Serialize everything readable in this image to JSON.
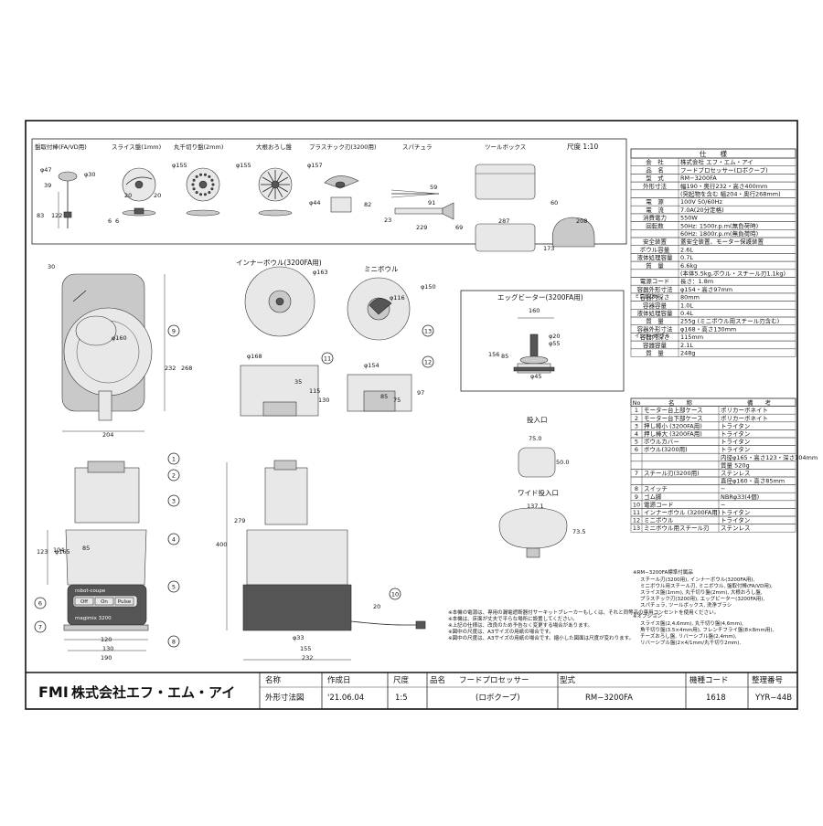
{
  "accessories": {
    "scale": "尺度 1:10",
    "labels": [
      "盤取付棒(FA/VD用)",
      "スライス盤(1mm)",
      "丸千切り盤(2mm)",
      "大根おろし盤",
      "プラスチック刃(3200用)",
      "スパチュラ",
      "ツールボックス"
    ],
    "dims": [
      "φ47",
      "φ30",
      "39",
      "83",
      "122",
      "20",
      "φ155",
      "6",
      "φ155",
      "φ157",
      "φ44",
      "20",
      "59",
      "91",
      "229",
      "23",
      "69",
      "6",
      "287",
      "208",
      "173",
      "60",
      "82"
    ]
  },
  "views": {
    "top_dims": [
      "30",
      "φ160",
      "232",
      "268",
      "204"
    ],
    "inner_bowl_label": "インナーボウル(3200FA用)",
    "inner_bowl_dims": [
      "φ163",
      "φ168",
      "35",
      "130",
      "115"
    ],
    "mini_bowl_label": "ミニボウル",
    "mini_bowl_dims": [
      "φ116",
      "φ150",
      "φ154",
      "75",
      "97",
      "85"
    ],
    "egg_label": "エッグビーター(3200FA用)",
    "egg_dims": [
      "160",
      "φ20",
      "φ55",
      "156",
      "85",
      "φ45"
    ],
    "chute_small_label": "投入口",
    "chute_small_dims": [
      "75.0",
      "50.0"
    ],
    "chute_wide_label": "ワイド投入口",
    "chute_wide_dims": [
      "137.1",
      "73.5"
    ],
    "front_dims": [
      "123",
      "104",
      "φ165",
      "85",
      "120",
      "130",
      "190"
    ],
    "side_dims": [
      "279",
      "400",
      "20",
      "φ33",
      "155",
      "232"
    ],
    "callouts": [
      "1",
      "2",
      "3",
      "4",
      "5",
      "6",
      "7",
      "8",
      "9",
      "10",
      "11",
      "12",
      "13"
    ],
    "brand": "robot-coupe",
    "model_mark": "magimix 3200",
    "panel_buttons": [
      "Off",
      "On",
      "Pulse"
    ]
  },
  "notes": [
    "※本機の電源は、専用の漏電遮断器付サーキットブレーカーもしくは、それと同等品の専用コンセントを使用ください。",
    "※本機は、床面が丈夫で平らな場所に設置してください。",
    "※上記の仕様は、改良のため予告なく変更する場合があります。",
    "※図中の尺度は、A3サイズの用紙の場合です。",
    "※図中の尺度は、A3サイズの用紙の場合です。縮小した図面は尺度が変わります。"
  ],
  "spec": {
    "header": "仕　　様",
    "rows": [
      [
        "会　社",
        "株式会社 エフ・エム・アイ"
      ],
      [
        "品　名",
        "フードプロセッサー(ロボクープ)"
      ],
      [
        "型　式",
        "RM−3200FA"
      ],
      [
        "外形寸法",
        "幅190・奥行232・高さ400mm"
      ],
      [
        "",
        "(突起物を含む 幅204・奥行268mm)"
      ],
      [
        "電　源",
        "100V 50/60Hz"
      ],
      [
        "電　流",
        "7.0A(20分定格)"
      ],
      [
        "消費電力",
        "550W"
      ],
      [
        "回転数",
        "50Hz: 1500r.p.m(無負荷時)"
      ],
      [
        "",
        "60Hz: 1800r.p.m(無負荷時)"
      ],
      [
        "安全装置",
        "蓋安全装置、モーター保護装置"
      ],
      [
        "ボウル容量",
        "2.6L"
      ],
      [
        "液体処理容量",
        "0.7L"
      ],
      [
        "質　量",
        "6.6kg"
      ],
      [
        "",
        "(本体5.5kg,ボウル・スチール刃1.1kg)"
      ],
      [
        "電源コード",
        "長さ：1.8m"
      ],
      [
        "容器外形寸法",
        "φ154・高さ97mm"
      ],
      [
        "容器内深さ",
        "80mm"
      ],
      [
        "容器容量",
        "1.0L"
      ],
      [
        "液体処理容量",
        "0.4L"
      ],
      [
        "質　量",
        "255g (ミニボウル用スチール刃含む)"
      ],
      [
        "容器外形寸法",
        "φ168・高さ130mm"
      ],
      [
        "容器内深さ",
        "115mm"
      ],
      [
        "容器容量",
        "2.1L"
      ],
      [
        "質　量",
        "248g"
      ]
    ],
    "group_mini": "ミニボウル",
    "group_inner": "インナーボウル"
  },
  "parts": {
    "header": [
      "No",
      "名　　称",
      "備　　考"
    ],
    "rows": [
      [
        "1",
        "モーター台上部ケース",
        "ポリカーボネイト"
      ],
      [
        "2",
        "モーター台下部ケース",
        "ポリカーボネイト"
      ],
      [
        "3",
        "押し棒小 (3200FA用)",
        "トライタン"
      ],
      [
        "4",
        "押し棒大 (3200FA用)",
        "トライタン"
      ],
      [
        "5",
        "ボウルカバー",
        "トライタン"
      ],
      [
        "6",
        "ボウル(3200用)",
        "トライタン"
      ],
      [
        "",
        "",
        "内径φ165・高さ123・深さ104mm"
      ],
      [
        "",
        "",
        "質量 520g"
      ],
      [
        "7",
        "スチール刃(3200用)",
        "ステンレス"
      ],
      [
        "",
        "",
        "直径φ160・高さ85mm"
      ],
      [
        "8",
        "スイッチ",
        "−"
      ],
      [
        "9",
        "ゴム脚",
        "NBRφ33(4個)"
      ],
      [
        "10",
        "電源コード",
        "−"
      ],
      [
        "11",
        "インナーボウル (3200FA用)",
        "トライタン"
      ],
      [
        "12",
        "ミニボウル",
        "トライタン"
      ],
      [
        "13",
        "ミニボウル用スチール刃",
        "ステンレス"
      ]
    ]
  },
  "accessory_notes": {
    "title": "※RM−3200FA標準付属品",
    "lines": [
      "スチール刃(3200用), インナーボウル(3200FA用),",
      "ミニボウル用スチール刃, ミニボウル, 盤取付棒(FA/VD用),",
      "スライス盤(1mm), 丸千切り盤(2mm), 大根おろし盤,",
      "プラスチック刃(3200用), エッグビーター(3200FA用),",
      "スパチュラ, ツールボックス, 洗浄ブラシ"
    ],
    "option_title": "※オプション",
    "option_lines": [
      "スライス盤(2,4,6mm), 丸千切り盤(4,6mm),",
      "角千切り盤(3.5×4mm用), フレンチフライ盤(8×8mm用),",
      "チーズおろし盤, リバーシブル盤(2,4mm),",
      "リバーシブル盤(2×4/1mm/丸千切り2mm)."
    ]
  },
  "title_block": {
    "company": "株式会社エフ・エム・アイ",
    "logo": "FMI",
    "name_label": "名称",
    "name_value": "外形寸法図",
    "date_label": "作成日",
    "date_value": "'21.06.04",
    "scale_label": "尺度",
    "scale_value": "1:5",
    "product_label": "品名",
    "product_value": "フードプロセッサー",
    "product_sub": "(ロボクープ)",
    "model_label": "型式",
    "model_value": "RM−3200FA",
    "code_label": "機種コード",
    "code_value": "1618",
    "ref_label": "整理番号",
    "ref_value": "YYR−44B"
  }
}
